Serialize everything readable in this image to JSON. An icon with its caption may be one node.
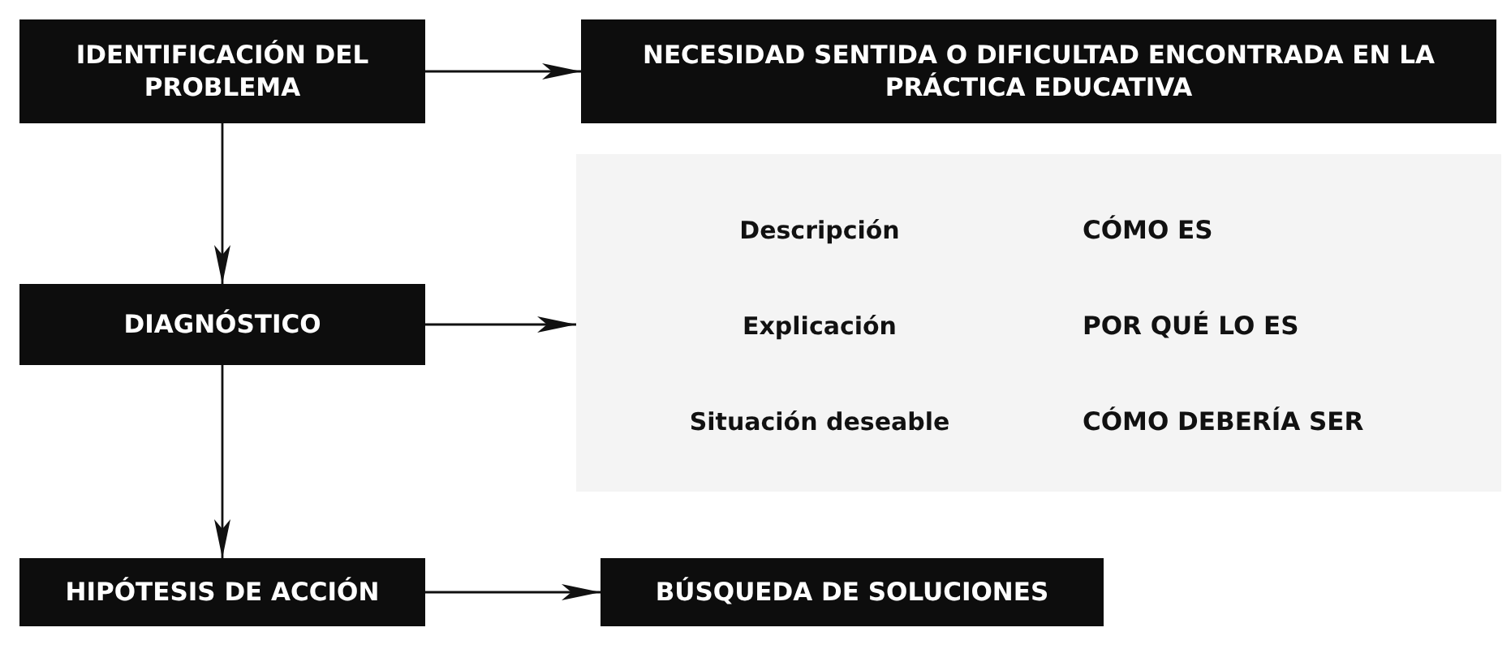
{
  "diagram": {
    "nodes": [
      {
        "text": [
          "IDENTIFICACIÓN DEL PROBLEMA"
        ]
      },
      {
        "text": [
          "NECESIDAD SENTIDA O DIFICULTAD ENCONTRADA EN LA PRÁCTICA EDUCATIVA"
        ]
      },
      {
        "text": [
          "DIAGNÓSTICO"
        ]
      },
      {
        "text": [
          "Descripción",
          "CÓMO ES",
          "Explicación",
          "POR QUÉ LO ES",
          "Situación deseable",
          "CÓMO DEBERÍA SER"
        ]
      },
      {
        "text": [
          "HIPÓTESIS DE ACCIÓN"
        ]
      },
      {
        "text": [
          "BÚSQUEDA DE SOLUCIONES"
        ]
      }
    ],
    "edges": [
      {
        "from": 0,
        "to": 1,
        "arrow": "to"
      },
      {
        "from": 0,
        "to": 2,
        "arrow": "to"
      },
      {
        "from": 2,
        "to": 3,
        "arrow": "to"
      },
      {
        "from": 2,
        "to": 4,
        "arrow": "to"
      },
      {
        "from": 4,
        "to": 5,
        "arrow": "to"
      }
    ]
  }
}
